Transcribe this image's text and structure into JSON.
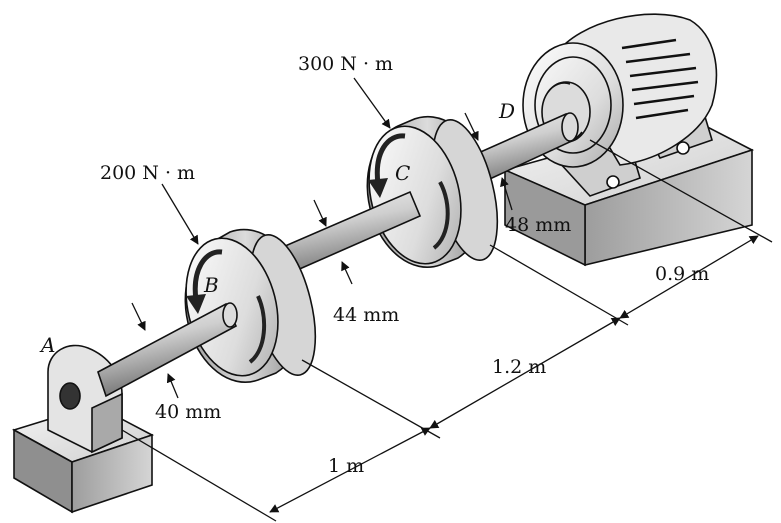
{
  "points": {
    "a": "A",
    "b": "B",
    "c": "C",
    "d": "D"
  },
  "torques": {
    "b": "200 N · m",
    "c": "300 N · m"
  },
  "diameters": {
    "ab": "40 mm",
    "bc": "44 mm",
    "cd": "48 mm"
  },
  "lengths": {
    "ab": "1 m",
    "bc": "1.2 m",
    "cd": "0.9 m"
  },
  "colors": {
    "ink": "#111111",
    "metal_light": "#f2f2f2",
    "metal_mid": "#bdbdbd",
    "metal_dark": "#6e6e6e"
  }
}
